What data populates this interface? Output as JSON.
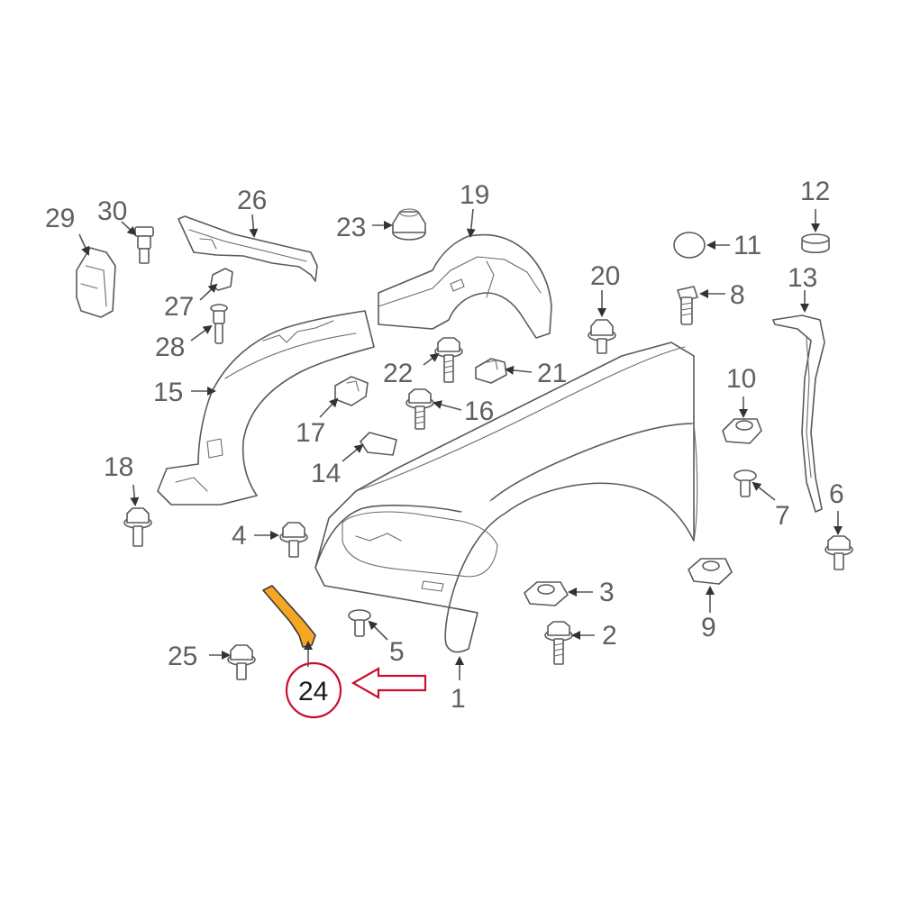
{
  "diagram": {
    "highlight_color": "#f5a623",
    "callout_color": "#c8102e",
    "labels": {
      "p1": "1",
      "p2": "2",
      "p3": "3",
      "p4": "4",
      "p5": "5",
      "p6": "6",
      "p7": "7",
      "p8": "8",
      "p9": "9",
      "p10": "10",
      "p11": "11",
      "p12": "12",
      "p13": "13",
      "p14": "14",
      "p15": "15",
      "p16": "16",
      "p17": "17",
      "p18": "18",
      "p19": "19",
      "p20": "20",
      "p21": "21",
      "p22": "22",
      "p23": "23",
      "p24": "24",
      "p25": "25",
      "p26": "26",
      "p27": "27",
      "p28": "28",
      "p29": "29",
      "p30": "30"
    },
    "highlighted_part": "24"
  }
}
